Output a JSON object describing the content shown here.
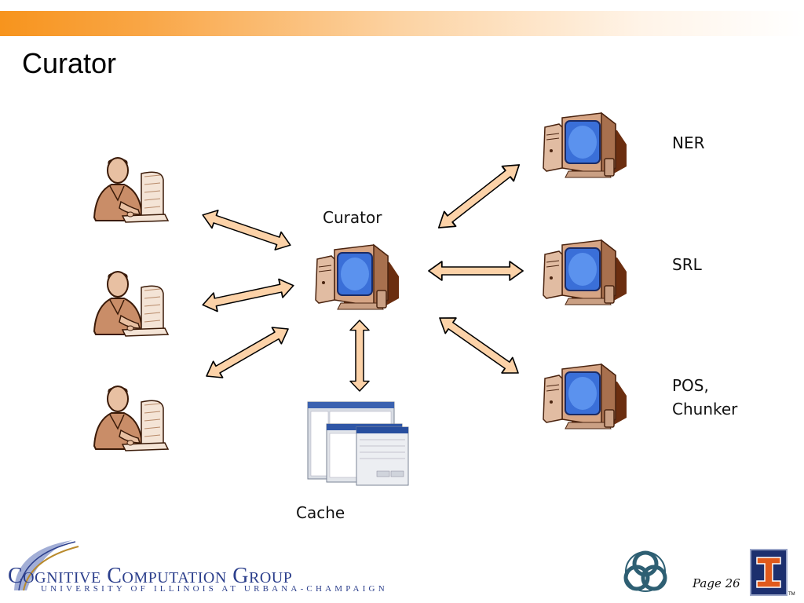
{
  "slide": {
    "title": "Curator"
  },
  "nodes": {
    "center_label": "Curator",
    "cache_label": "Cache",
    "services": [
      "NER",
      "SRL",
      "POS,",
      "Chunker"
    ]
  },
  "footer": {
    "logo_main": "Cognitive Computation Group",
    "logo_sub": "UNIVERSITY OF ILLINOIS AT URBANA-CHAMPAIGN",
    "page": "Page 26",
    "tm": "TM"
  },
  "colors": {
    "arrow_fill": "#fcd2a8",
    "arrow_stroke": "#000000",
    "accent_orange": "#f7941d",
    "logo_blue": "#2c3f8c"
  }
}
